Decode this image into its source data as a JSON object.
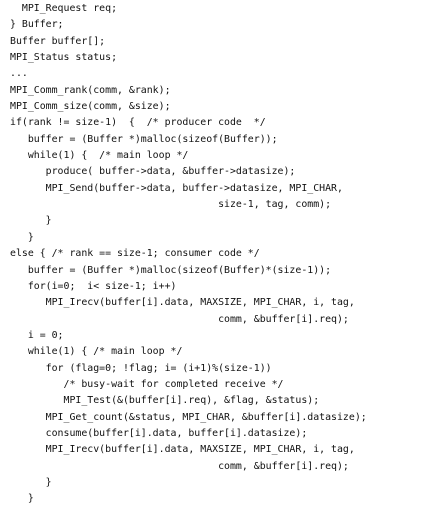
{
  "code_lines": [
    "  MPI_Request req;",
    "} Buffer;",
    "Buffer buffer[];",
    "MPI_Status status;",
    "...",
    "MPI_Comm_rank(comm, &rank);",
    "MPI_Comm_size(comm, &size);",
    "if(rank != size-1)  {  /* producer code  */",
    "   buffer = (Buffer *)malloc(sizeof(Buffer));",
    "   while(1) {  /* main loop */",
    "      produce( buffer->data, &buffer->datasize);",
    "      MPI_Send(buffer->data, buffer->datasize, MPI_CHAR,",
    "                                   size-1, tag, comm);",
    "      }",
    "   }",
    "else { /* rank == size-1; consumer code */",
    "   buffer = (Buffer *)malloc(sizeof(Buffer)*(size-1));",
    "   for(i=0;  i< size-1; i++)",
    "      MPI_Irecv(buffer[i].data, MAXSIZE, MPI_CHAR, i, tag,",
    "                                   comm, &buffer[i].req);",
    "   i = 0;",
    "   while(1) { /* main loop */",
    "      for (flag=0; !flag; i= (i+1)%(size-1))",
    "         /* busy-wait for completed receive */",
    "         MPI_Test(&(buffer[i].req), &flag, &status);",
    "      MPI_Get_count(&status, MPI_CHAR, &buffer[i].datasize);",
    "      consume(buffer[i].data, buffer[i].datasize);",
    "      MPI_Irecv(buffer[i].data, MAXSIZE, MPI_CHAR, i, tag,",
    "                                   comm, &buffer[i].req);",
    "      }",
    "   }"
  ]
}
